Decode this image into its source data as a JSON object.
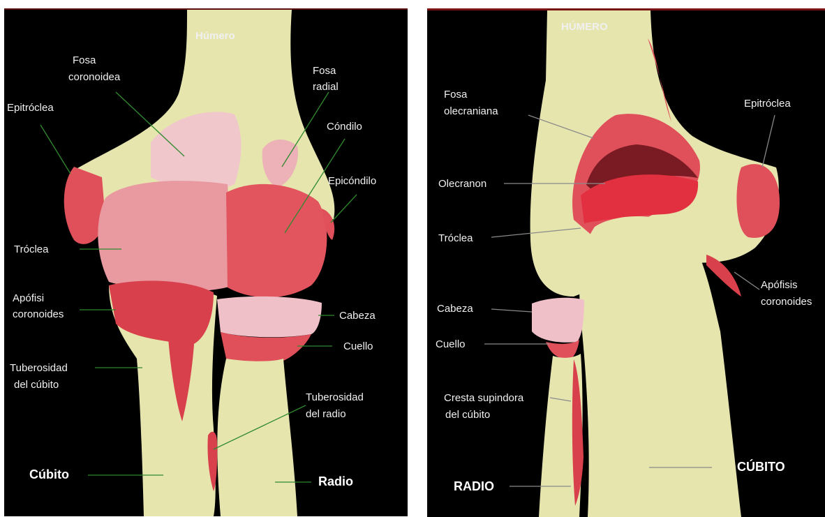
{
  "left_panel": {
    "humero": "Húmero",
    "fosa_coronoidea": [
      "Fosa",
      "coronoidea"
    ],
    "fosa_radial": [
      "Fosa",
      "radial"
    ],
    "epitroclea": "Epitróclea",
    "condilo": "Cóndilo",
    "epicondilo": "Epicóndilo",
    "troclea": "Tróclea",
    "apofisi_coronoides": [
      "Apófisi",
      "coronoides"
    ],
    "cabeza": "Cabeza",
    "cuello": "Cuello",
    "tuberosidad_cubito": [
      "Tuberosidad",
      "del cúbito"
    ],
    "tuberosidad_radio": [
      "Tuberosidad",
      "del radio"
    ],
    "cubito": "Cúbito",
    "radio": "Radio"
  },
  "right_panel": {
    "humero": "HÚMERO",
    "fosa_olecraniana": [
      "Fosa",
      "olecraniana"
    ],
    "epitroclea": "Epitróclea",
    "olecranon": "Olecranon",
    "troclea": "Tróclea",
    "apofisis_coronoides": [
      "Apófisis",
      "coronoides"
    ],
    "cabeza": "Cabeza",
    "cuello": "Cuello",
    "cresta_supinadora": [
      "Cresta supindora",
      "del cúbito"
    ],
    "cubito": "CÚBITO",
    "radio": "RADIO"
  },
  "colors": {
    "bone": "#e6e5ae",
    "articular_red": "#e0505a",
    "articular_pink": "#e89aa0",
    "cartilage_light": "#f0c0c8",
    "background": "#000000"
  }
}
